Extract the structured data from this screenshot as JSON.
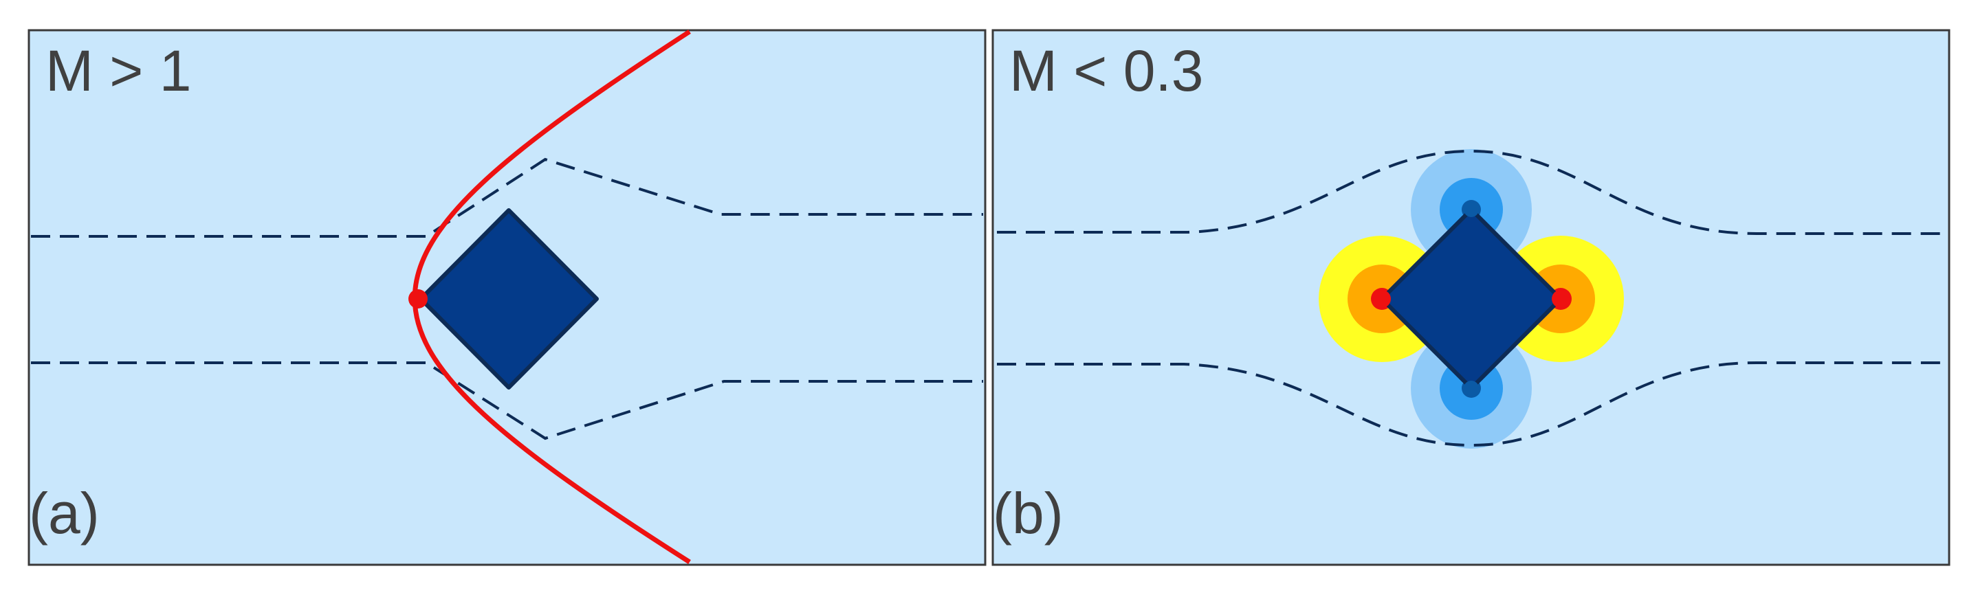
{
  "panels": [
    {
      "id": "a",
      "regime_label": "M > 1",
      "panel_label": "(a)",
      "flow_colors": {
        "background": "#c9e7fc",
        "shock": "#ee1111",
        "streamline": "#0d2b55",
        "body_fill": "#043b8a",
        "body_edge": "#0d2b55",
        "stagnation": "#ee1111"
      }
    },
    {
      "id": "b",
      "regime_label": "M < 0.3",
      "panel_label": "(b)",
      "flow_colors": {
        "background": "#c9e7fc",
        "pressure_high_outer": "#ffff22",
        "pressure_high_mid": "#ffaa00",
        "pressure_high_core": "#ee1111",
        "pressure_low_outer": "#8fcaf8",
        "pressure_low_mid": "#2d9cf0",
        "pressure_low_core": "#0b5aa5",
        "streamline": "#0d2b55",
        "body_fill": "#043b8a",
        "body_edge": "#0d2b55"
      }
    }
  ]
}
